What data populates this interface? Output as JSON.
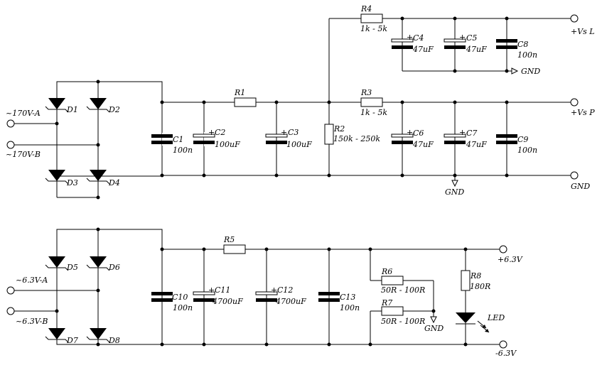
{
  "hv_supply": {
    "inputs": [
      "~170V-A",
      "~170V-B"
    ],
    "diodes": [
      "D1",
      "D2",
      "D3",
      "D4"
    ],
    "c1": {
      "ref": "C1",
      "value": "100n"
    },
    "c2": {
      "ref": "C2",
      "value": "100uF"
    },
    "r1": {
      "ref": "R1"
    },
    "c3": {
      "ref": "C3",
      "value": "100uF"
    },
    "r2": {
      "ref": "R2",
      "value": "150k - 250k"
    },
    "r3": {
      "ref": "R3",
      "value": "1k - 5k"
    },
    "r4": {
      "ref": "R4",
      "value": "1k - 5k"
    },
    "c4": {
      "ref": "C4",
      "value": "47uF"
    },
    "c5": {
      "ref": "C5",
      "value": "47uF"
    },
    "c6": {
      "ref": "C6",
      "value": "47uF"
    },
    "c7": {
      "ref": "C7",
      "value": "47uF"
    },
    "c8": {
      "ref": "C8",
      "value": "100n"
    },
    "c9": {
      "ref": "C9",
      "value": "100n"
    },
    "out_l": "+Vs L",
    "out_p": "+Vs P",
    "gnd": "GND"
  },
  "lv_supply": {
    "inputs": [
      "~6.3V-A",
      "~6.3V-B"
    ],
    "diodes": [
      "D5",
      "D6",
      "D7",
      "D8"
    ],
    "c10": {
      "ref": "C10",
      "value": "100n"
    },
    "r5": {
      "ref": "R5"
    },
    "c11": {
      "ref": "C11",
      "value": "4700uF"
    },
    "c12": {
      "ref": "C12",
      "value": "4700uF"
    },
    "c13": {
      "ref": "C13",
      "value": "100n"
    },
    "r6": {
      "ref": "R6",
      "value": "50R - 100R"
    },
    "r7": {
      "ref": "R7",
      "value": "50R - 100R"
    },
    "r8": {
      "ref": "R8",
      "value": "180R"
    },
    "led": "LED",
    "out_pos": "+6.3V",
    "out_neg": "-6.3V",
    "gnd": "GND"
  },
  "polarity_mark": "+"
}
